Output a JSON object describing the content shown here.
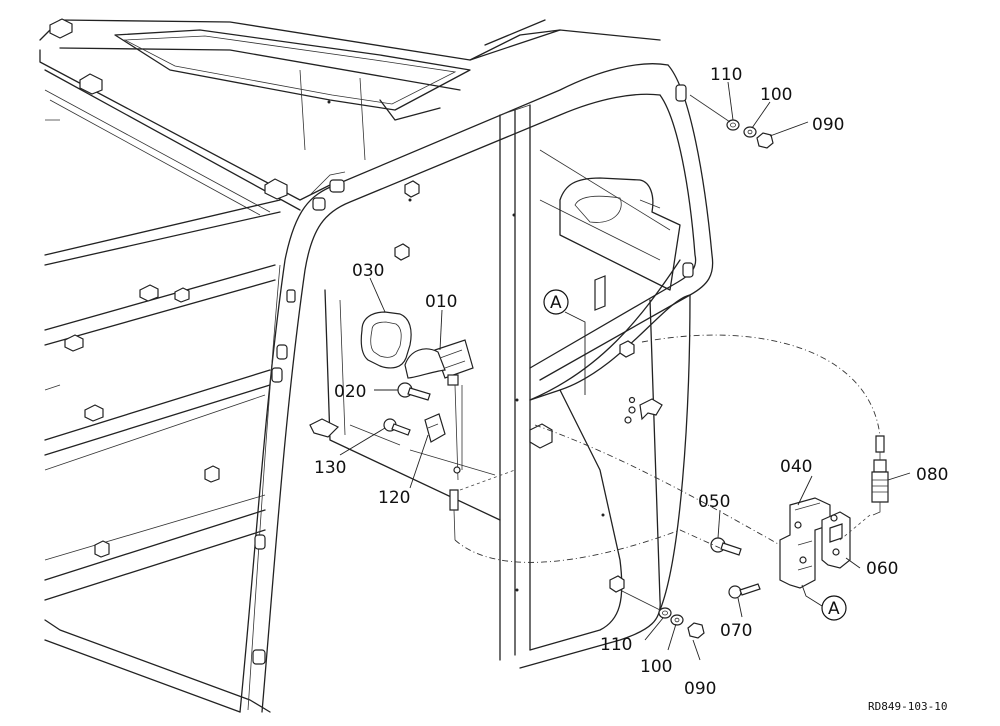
{
  "callouts": [
    {
      "id": "c110a",
      "text": "110"
    },
    {
      "id": "c100a",
      "text": "100"
    },
    {
      "id": "c090a",
      "text": "090"
    },
    {
      "id": "c030",
      "text": "030"
    },
    {
      "id": "c010",
      "text": "010"
    },
    {
      "id": "cA1",
      "text": "A"
    },
    {
      "id": "c020",
      "text": "020"
    },
    {
      "id": "c130",
      "text": "130"
    },
    {
      "id": "c120",
      "text": "120"
    },
    {
      "id": "c040",
      "text": "040"
    },
    {
      "id": "c080",
      "text": "080"
    },
    {
      "id": "c050",
      "text": "050"
    },
    {
      "id": "c060",
      "text": "060"
    },
    {
      "id": "c070",
      "text": "070"
    },
    {
      "id": "cA2",
      "text": "A"
    },
    {
      "id": "c110b",
      "text": "110"
    },
    {
      "id": "c100b",
      "text": "100"
    },
    {
      "id": "c090b",
      "text": "090"
    }
  ],
  "reference": "RD849-103-10"
}
